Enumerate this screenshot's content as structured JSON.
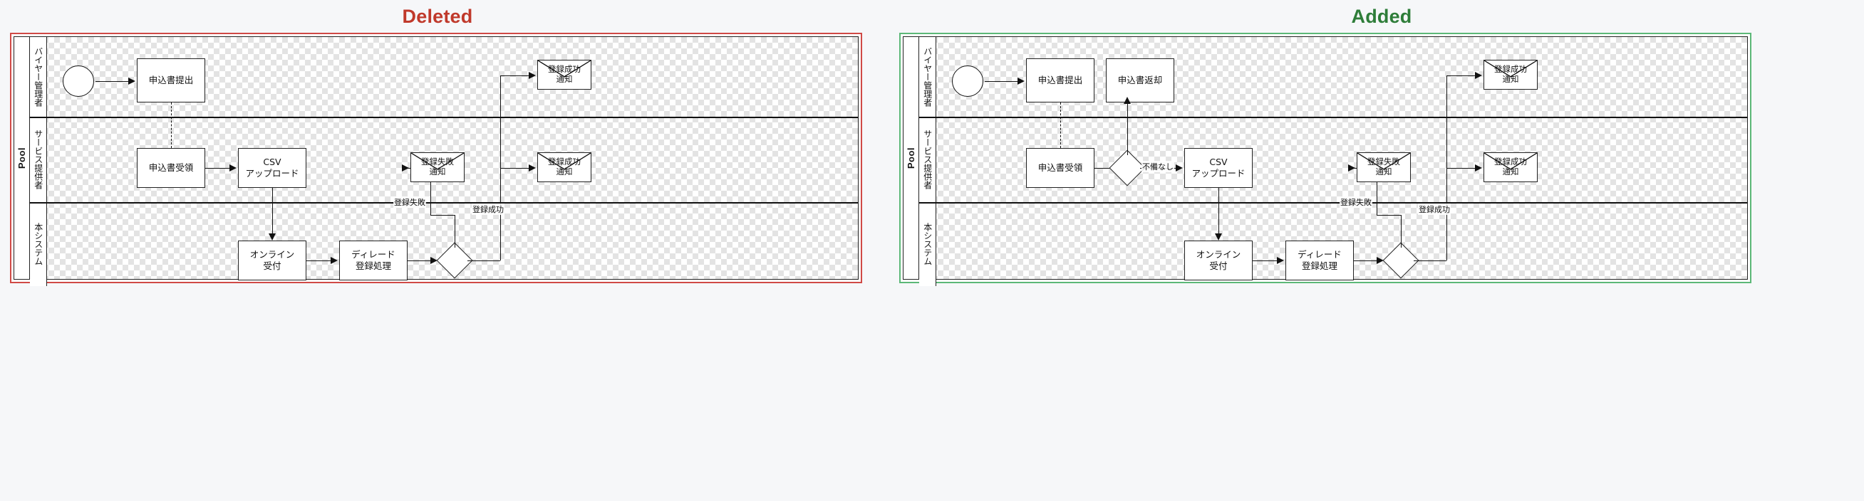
{
  "panels": [
    {
      "id": "deleted",
      "title": "Deleted",
      "accent": "#d04a46",
      "pool_label": "Pool",
      "lanes": [
        {
          "label": "バイヤー管理者"
        },
        {
          "label": "サービス提供者"
        },
        {
          "label": "本システム"
        }
      ],
      "nodes": {
        "start_event": "",
        "task_submit": "申込書提出",
        "task_receive": "申込書受領",
        "task_csv_upload": "CSV\nアップロード",
        "task_online_accept": "オンライン\n受付",
        "task_delayed_register": "ディレード\n登録処理",
        "gateway_result": "",
        "msg_success_buyer": "登録成功\n通知",
        "msg_failure_provider": "登録失敗\n通知",
        "msg_success_provider": "登録成功\n通知"
      },
      "edge_labels": {
        "failure": "登録失敗",
        "success": "登録成功"
      }
    },
    {
      "id": "added",
      "title": "Added",
      "accent": "#5cb878",
      "pool_label": "Pool",
      "lanes": [
        {
          "label": "バイヤー管理者"
        },
        {
          "label": "サービス提供者"
        },
        {
          "label": "本システム"
        }
      ],
      "nodes": {
        "start_event": "",
        "task_submit": "申込書提出",
        "task_return": "申込書返却",
        "task_receive": "申込書受領",
        "gateway_check": "",
        "task_csv_upload": "CSV\nアップロード",
        "task_online_accept": "オンライン\n受付",
        "task_delayed_register": "ディレード\n登録処理",
        "gateway_result": "",
        "msg_success_buyer": "登録成功\n通知",
        "msg_failure_provider": "登録失敗\n通知",
        "msg_success_provider": "登録成功\n通知"
      },
      "edge_labels": {
        "no_defect": "不備なし",
        "failure": "登録失敗",
        "success": "登録成功"
      }
    }
  ]
}
